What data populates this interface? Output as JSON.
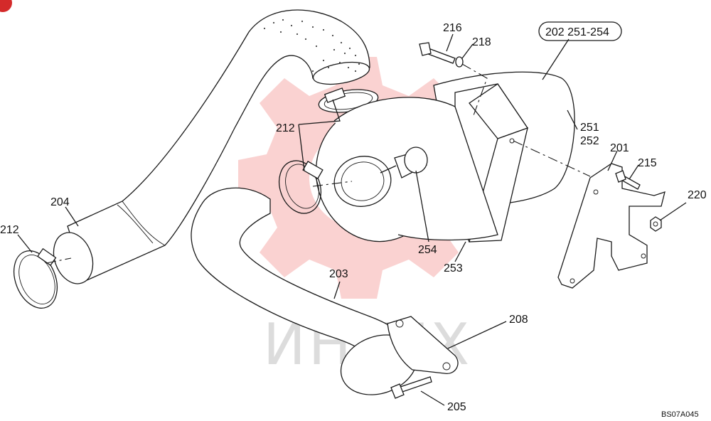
{
  "watermark_text": "ИНТЕХ",
  "drawing_code": "BS07A045",
  "colors": {
    "watermark_red": "#e8312f",
    "corner_badge": "#d42a2a"
  },
  "callouts": {
    "c216": "216",
    "c218": "218",
    "c202": "202 251-254",
    "c212_top": "212",
    "c251": "251",
    "c252": "252",
    "c201": "201",
    "c215": "215",
    "c220": "220",
    "c204": "204",
    "c212_left": "212",
    "c254": "254",
    "c253": "253",
    "c203": "203",
    "c208": "208",
    "c205": "205"
  }
}
